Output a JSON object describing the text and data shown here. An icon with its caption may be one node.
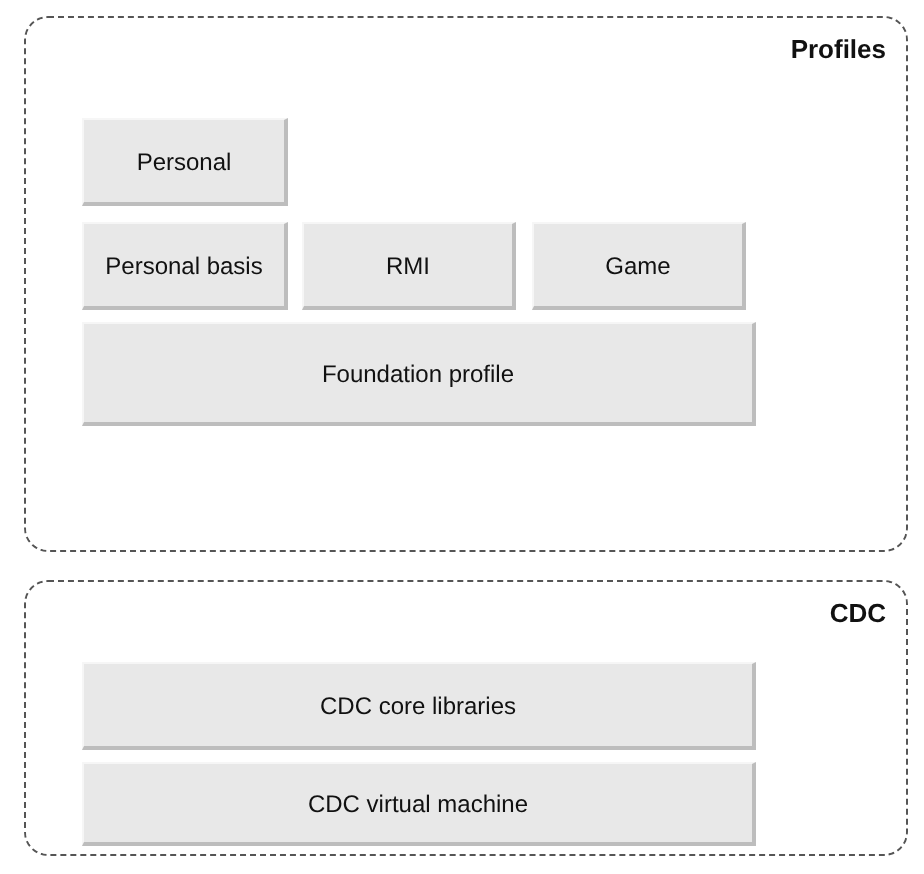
{
  "diagram": {
    "nodes": [
      {
        "text": [
          "Profiles"
        ]
      },
      {
        "text": [
          "Personal"
        ],
        "in": 0
      },
      {
        "text": [
          "Personal basis"
        ],
        "in": 0
      },
      {
        "text": [
          "RMI"
        ],
        "in": 0
      },
      {
        "text": [
          "Game"
        ],
        "in": 0
      },
      {
        "text": [
          "Foundation profile"
        ],
        "in": 0
      },
      {
        "text": [
          "CDC"
        ]
      },
      {
        "text": [
          "CDC core libraries"
        ],
        "in": 6
      },
      {
        "text": [
          "CDC virtual machine"
        ],
        "in": 6
      }
    ]
  }
}
